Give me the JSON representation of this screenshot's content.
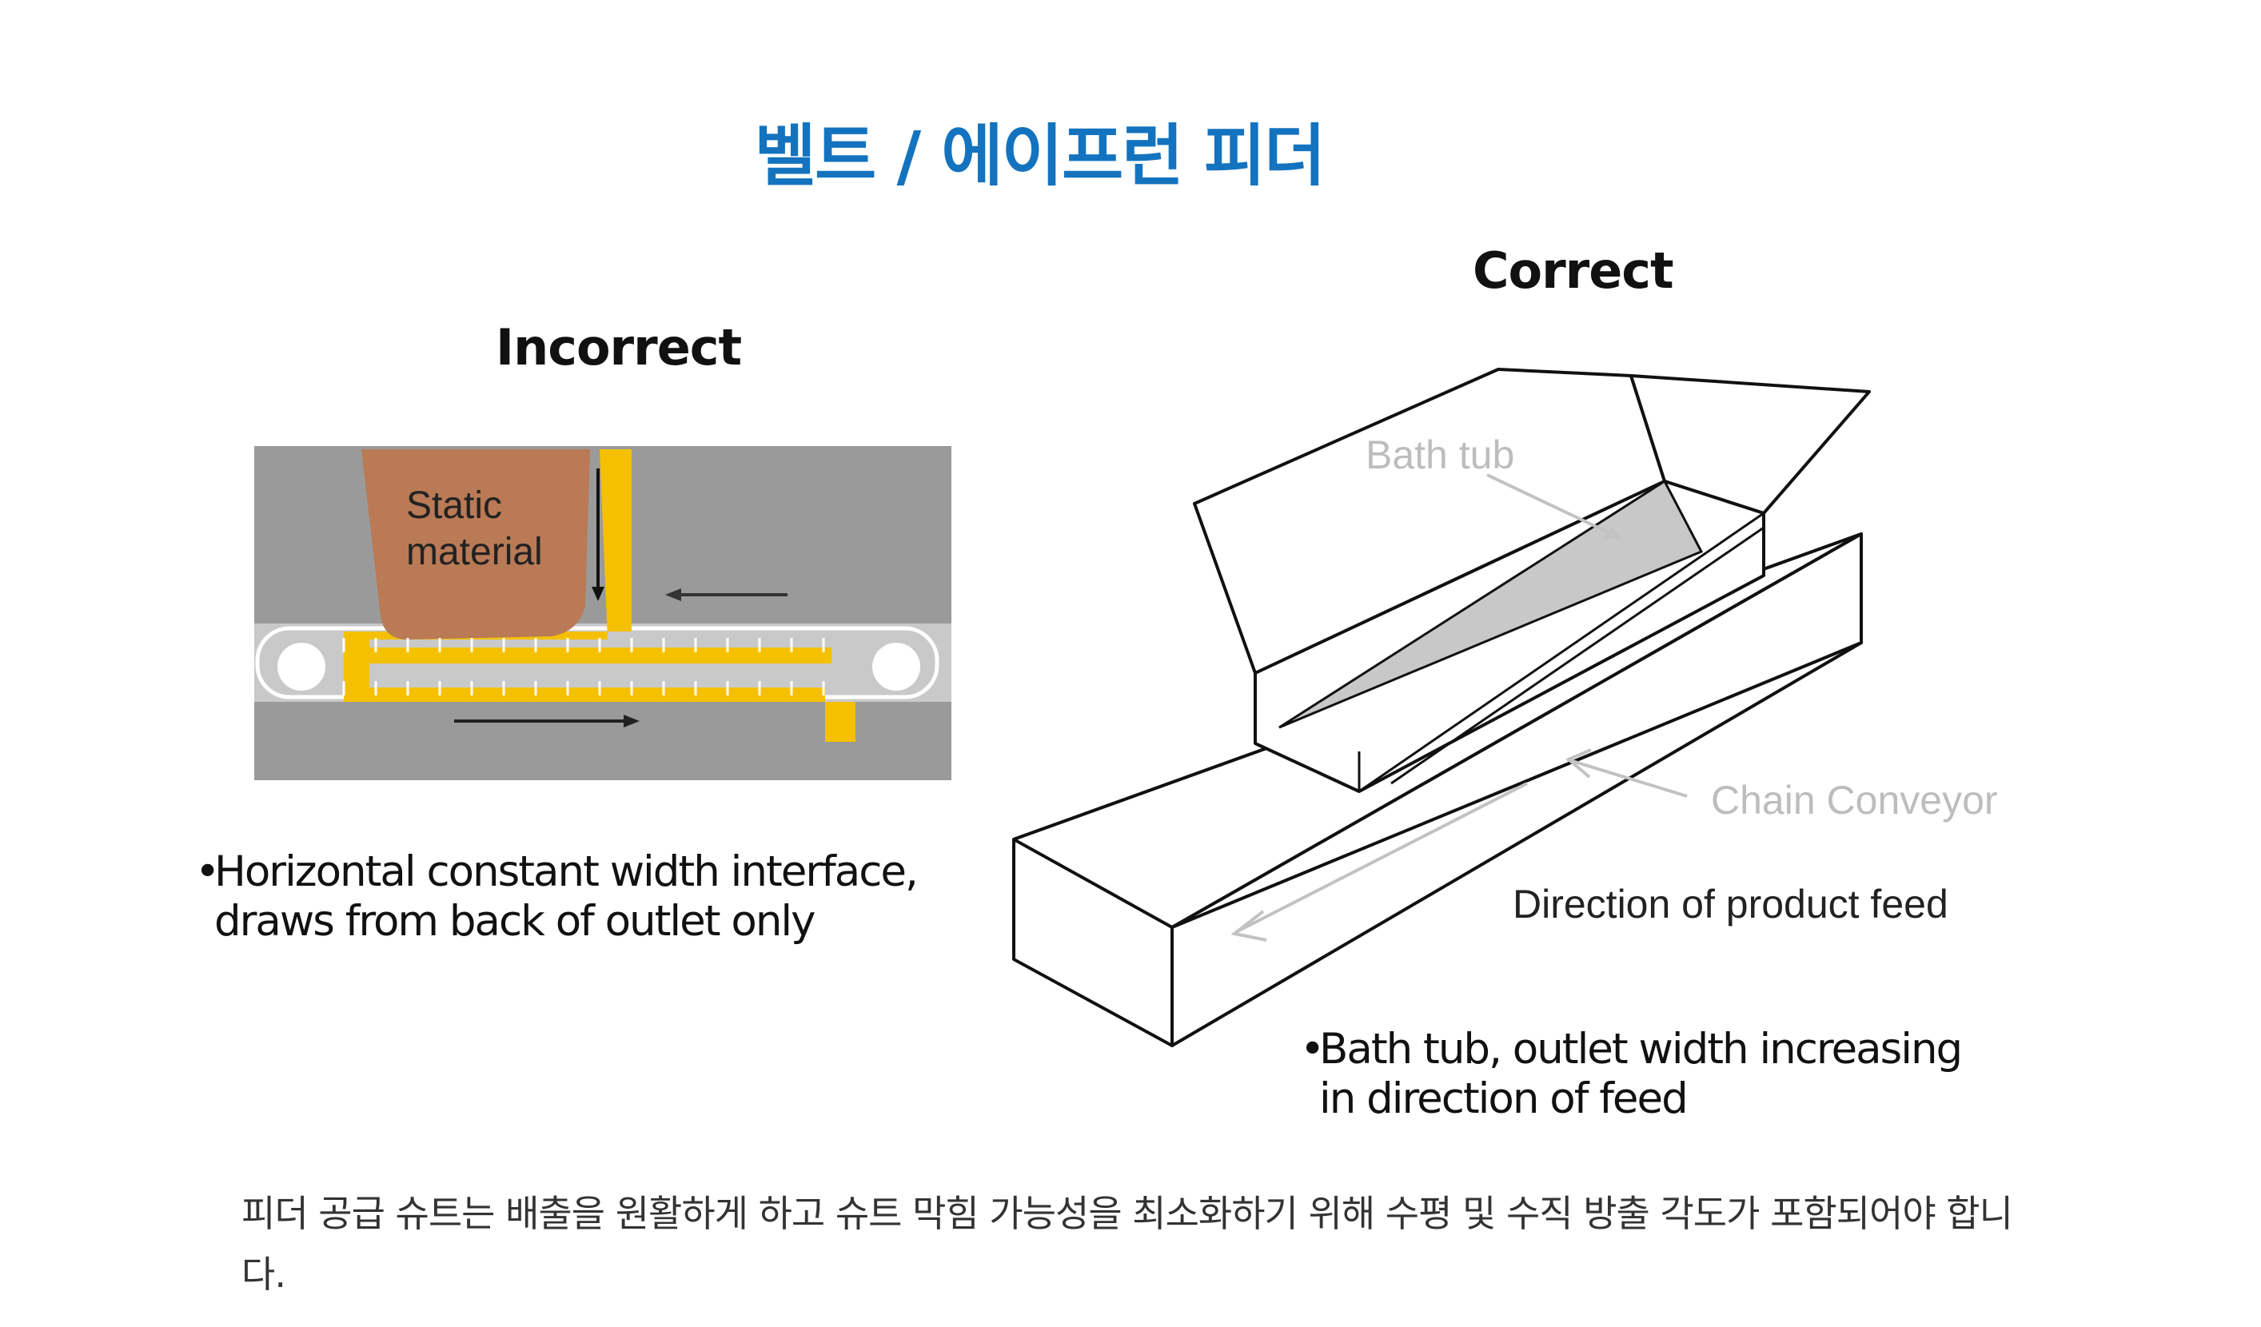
{
  "title": "벨트 / 에이프런 피더",
  "incorrect": {
    "heading": "Incorrect",
    "static_label_line1": "Static",
    "static_label_line2": "material",
    "bullet_dot": "•",
    "bullet_line1": "Horizontal constant width interface,",
    "bullet_line2": "draws from back of outlet only"
  },
  "correct": {
    "heading": "Correct",
    "bath_tub_label": "Bath tub",
    "chain_conveyor_label": "Chain Conveyor",
    "feed_direction_label": "Direction of product feed",
    "bullet_dot": "•",
    "bullet_line1": "Bath tub, outlet width increasing",
    "bullet_line2": "in direction of feed"
  },
  "footnote": "피더 공급 슈트는 배출을 원활하게 하고 슈트 막힘 가능성을 최소화하기 위해 수평 및 수직 방출 각도가 포함되어야 합니다.",
  "colors": {
    "title_blue": "#1473be",
    "panel_gray": "#999999",
    "material_brown": "#b97a55",
    "flow_yellow": "#f5c000",
    "label_gray": "#bdbdbd"
  }
}
